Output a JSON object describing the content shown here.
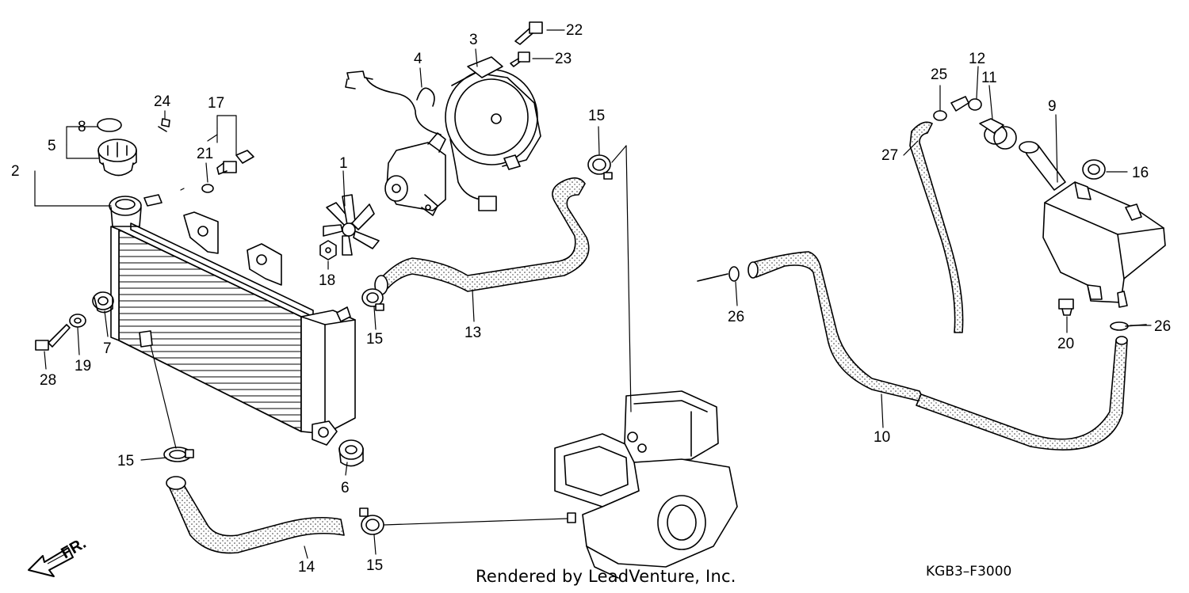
{
  "diagram": {
    "direction_label": "FR.",
    "diagram_code": "KGB3–F3000",
    "credit": "Rendered by LeadVenture, Inc.",
    "callouts": [
      "1",
      "2",
      "3",
      "4",
      "5",
      "6",
      "7",
      "8",
      "9",
      "10",
      "11",
      "12",
      "13",
      "14",
      "15",
      "16",
      "17",
      "18",
      "19",
      "20",
      "21",
      "22",
      "23",
      "24",
      "25",
      "26",
      "27",
      "28"
    ]
  }
}
